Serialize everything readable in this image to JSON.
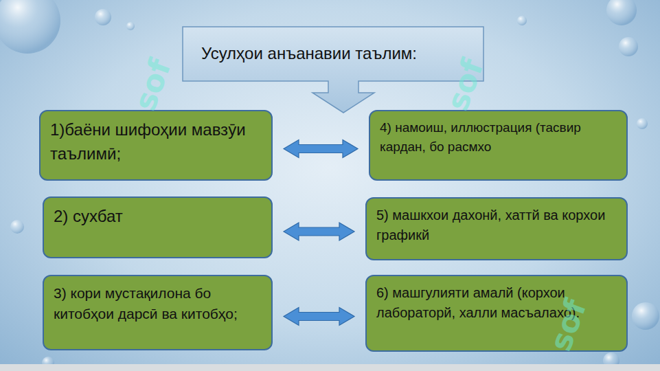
{
  "diagram": {
    "nodes": [
      {
        "text": [
          "Усулҳои анъанавии таълим:"
        ]
      },
      {
        "text": [
          "1)баёни шифоҳии мавзӯи таълимӣ;"
        ]
      },
      {
        "text": [
          "4) намоиш, иллюстрация (тасвир кардан, бо расмхо"
        ]
      },
      {
        "text": [
          "2) сухбат"
        ]
      },
      {
        "text": [
          "5) машкхои дахонй, хаттй ва корхои графикй"
        ]
      },
      {
        "text": [
          "3) кори мустақилона бо китобҳои дарсӣ ва китобҳо;"
        ]
      },
      {
        "text": [
          "6) машгулияти амалй (корхои лабораторй, халли масъалахо)."
        ]
      }
    ],
    "edges": [
      {
        "from": 1,
        "to": 2,
        "arrow": "both"
      },
      {
        "from": 3,
        "to": 4,
        "arrow": "both"
      },
      {
        "from": 5,
        "to": 6,
        "arrow": "both"
      }
    ],
    "labels": [
      "sof",
      "sof",
      "sof"
    ]
  }
}
